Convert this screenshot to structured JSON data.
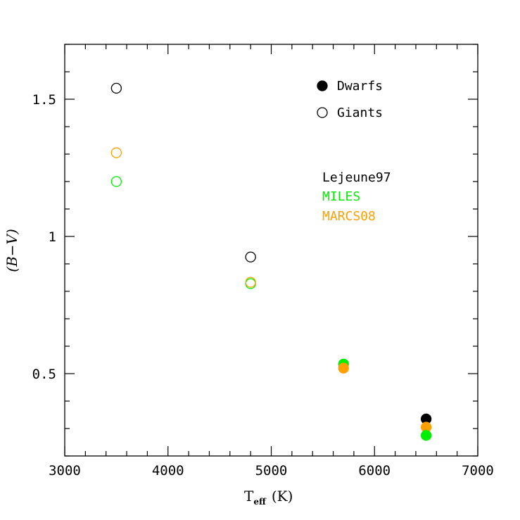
{
  "chart_data": {
    "type": "scatter",
    "xlabel_main": "T",
    "xlabel_sub": "eff",
    "xlabel_unit": "(K)",
    "ylabel": "(B−V)",
    "xlim": [
      3000,
      7000
    ],
    "ylim": [
      0.2,
      1.7
    ],
    "x_ticks": [
      3000,
      4000,
      5000,
      6000,
      7000
    ],
    "x_tick_labels": [
      "3000",
      "4000",
      "5000",
      "6000",
      "7000"
    ],
    "x_minor_step": 200,
    "y_ticks": [
      0.5,
      1,
      1.5
    ],
    "y_tick_labels": [
      "0.5",
      "1",
      "1.5"
    ],
    "y_minor_step": 0.1,
    "grid": false,
    "colors": {
      "Lejeune97": "#000000",
      "MILES": "#00ee00",
      "MARCS08": "#ffa000"
    },
    "markers": {
      "Dwarfs": "filled-circle",
      "Giants": "open-circle"
    },
    "legend_markers": [
      {
        "label": "Dwarfs",
        "marker": "filled-circle"
      },
      {
        "label": "Giants",
        "marker": "open-circle"
      }
    ],
    "legend_libraries": [
      {
        "label": "Lejeune97",
        "color": "#000000"
      },
      {
        "label": "MILES",
        "color": "#00ee00"
      },
      {
        "label": "MARCS08",
        "color": "#ffa000"
      }
    ],
    "legend_position": "top-right",
    "points": [
      {
        "series": "Lejeune97",
        "type": "Giants",
        "x": 3500,
        "y": 1.54
      },
      {
        "series": "MARCS08",
        "type": "Giants",
        "x": 3500,
        "y": 1.305
      },
      {
        "series": "MILES",
        "type": "Giants",
        "x": 3500,
        "y": 1.2
      },
      {
        "series": "Lejeune97",
        "type": "Giants",
        "x": 4800,
        "y": 0.925
      },
      {
        "series": "MILES",
        "type": "Giants",
        "x": 4800,
        "y": 0.828
      },
      {
        "series": "MARCS08",
        "type": "Giants",
        "x": 4800,
        "y": 0.833
      },
      {
        "series": "MILES",
        "type": "Dwarfs",
        "x": 5700,
        "y": 0.535
      },
      {
        "series": "MARCS08",
        "type": "Dwarfs",
        "x": 5700,
        "y": 0.52
      },
      {
        "series": "Lejeune97",
        "type": "Dwarfs",
        "x": 6500,
        "y": 0.335
      },
      {
        "series": "MARCS08",
        "type": "Dwarfs",
        "x": 6500,
        "y": 0.305
      },
      {
        "series": "MILES",
        "type": "Dwarfs",
        "x": 6500,
        "y": 0.275
      }
    ]
  }
}
